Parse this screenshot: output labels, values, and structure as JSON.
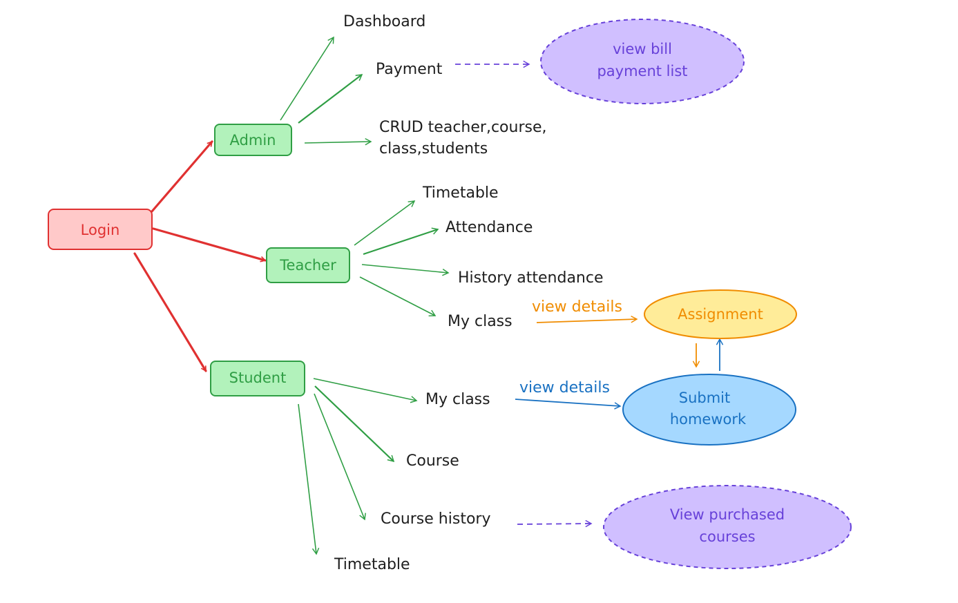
{
  "colors": {
    "red": "#e03131",
    "red_fill": "#ffc9c9",
    "green": "#2f9e44",
    "green_fill": "#b2f2bb",
    "purple": "#6741d9",
    "purple_fill": "#d0bfff",
    "orange": "#f08c00",
    "yellow_fill": "#ffec99",
    "blue": "#1971c2",
    "blue_fill": "#a5d8ff",
    "text": "#1e1e1e"
  },
  "nodes": {
    "login": "Login",
    "admin": "Admin",
    "teacher": "Teacher",
    "student": "Student",
    "assignment": "Assignment",
    "submit_homework": [
      "Submit",
      "homework"
    ],
    "view_bill": [
      "view bill",
      "payment list"
    ],
    "view_purchased": [
      "View purchased",
      "courses"
    ]
  },
  "admin_items": {
    "dashboard": "Dashboard",
    "payment": "Payment",
    "crud": [
      "CRUD teacher,course,",
      "class,students"
    ]
  },
  "teacher_items": {
    "timetable": "Timetable",
    "attendance": "Attendance",
    "history_attendance": "History attendance",
    "my_class": "My class"
  },
  "student_items": {
    "my_class": "My class",
    "course": "Course",
    "course_history": "Course history",
    "timetable": "Timetable"
  },
  "edge_labels": {
    "teacher_view_details": "view details",
    "student_view_details": "view details"
  }
}
